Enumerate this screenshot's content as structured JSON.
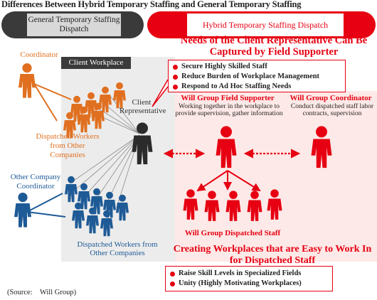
{
  "title": "Differences Between Hybrid Temporary Staffing and General Temporary Staffing",
  "header": {
    "general_label": "General Temporary Staffing Dispatch",
    "hybrid_label": "Hybrid Temporary Staffing Dispatch"
  },
  "colors": {
    "accent": "#e60012",
    "orange": "#e07020",
    "blue": "#1e5a96",
    "dark": "#3a3a3a"
  },
  "needs": {
    "title": "Needs of the Client Representative Can Be Captured by Field Supporter",
    "items": [
      "Secure Highly Skilled Staff",
      "Reduce Burden of Workplace Management",
      "Respond to Ad Hoc Staffing Needs"
    ]
  },
  "labels": {
    "coordinator": "Coordinator",
    "client_workplace": "Client Workplace",
    "client_representative": "Client Representative",
    "dispatched_other_1": "Dispatched Workers from Other Companies",
    "other_coordinator": "Other Company Coordinator",
    "dispatched_other_2": "Dispatched Workers from Other Companies",
    "field_supporter_title": "Will Group Field Supporter",
    "field_supporter_desc": "Working together in the workplace to provide supervision, gather information",
    "coordinator_title": "Will Group Coordinator",
    "coordinator_desc": "Conduct dispatched staff labor contracts, supervision",
    "dispatched_staff": "Will Group Dispatched Staff"
  },
  "creating": {
    "title": "Creating Workplaces that are Easy to Work In for Dispatched Staff",
    "items": [
      "Raise Skill Levels in Specialized Fields",
      "Unity (Highly Motivating Workplaces)"
    ]
  },
  "source": "(Source:    Will Group)"
}
